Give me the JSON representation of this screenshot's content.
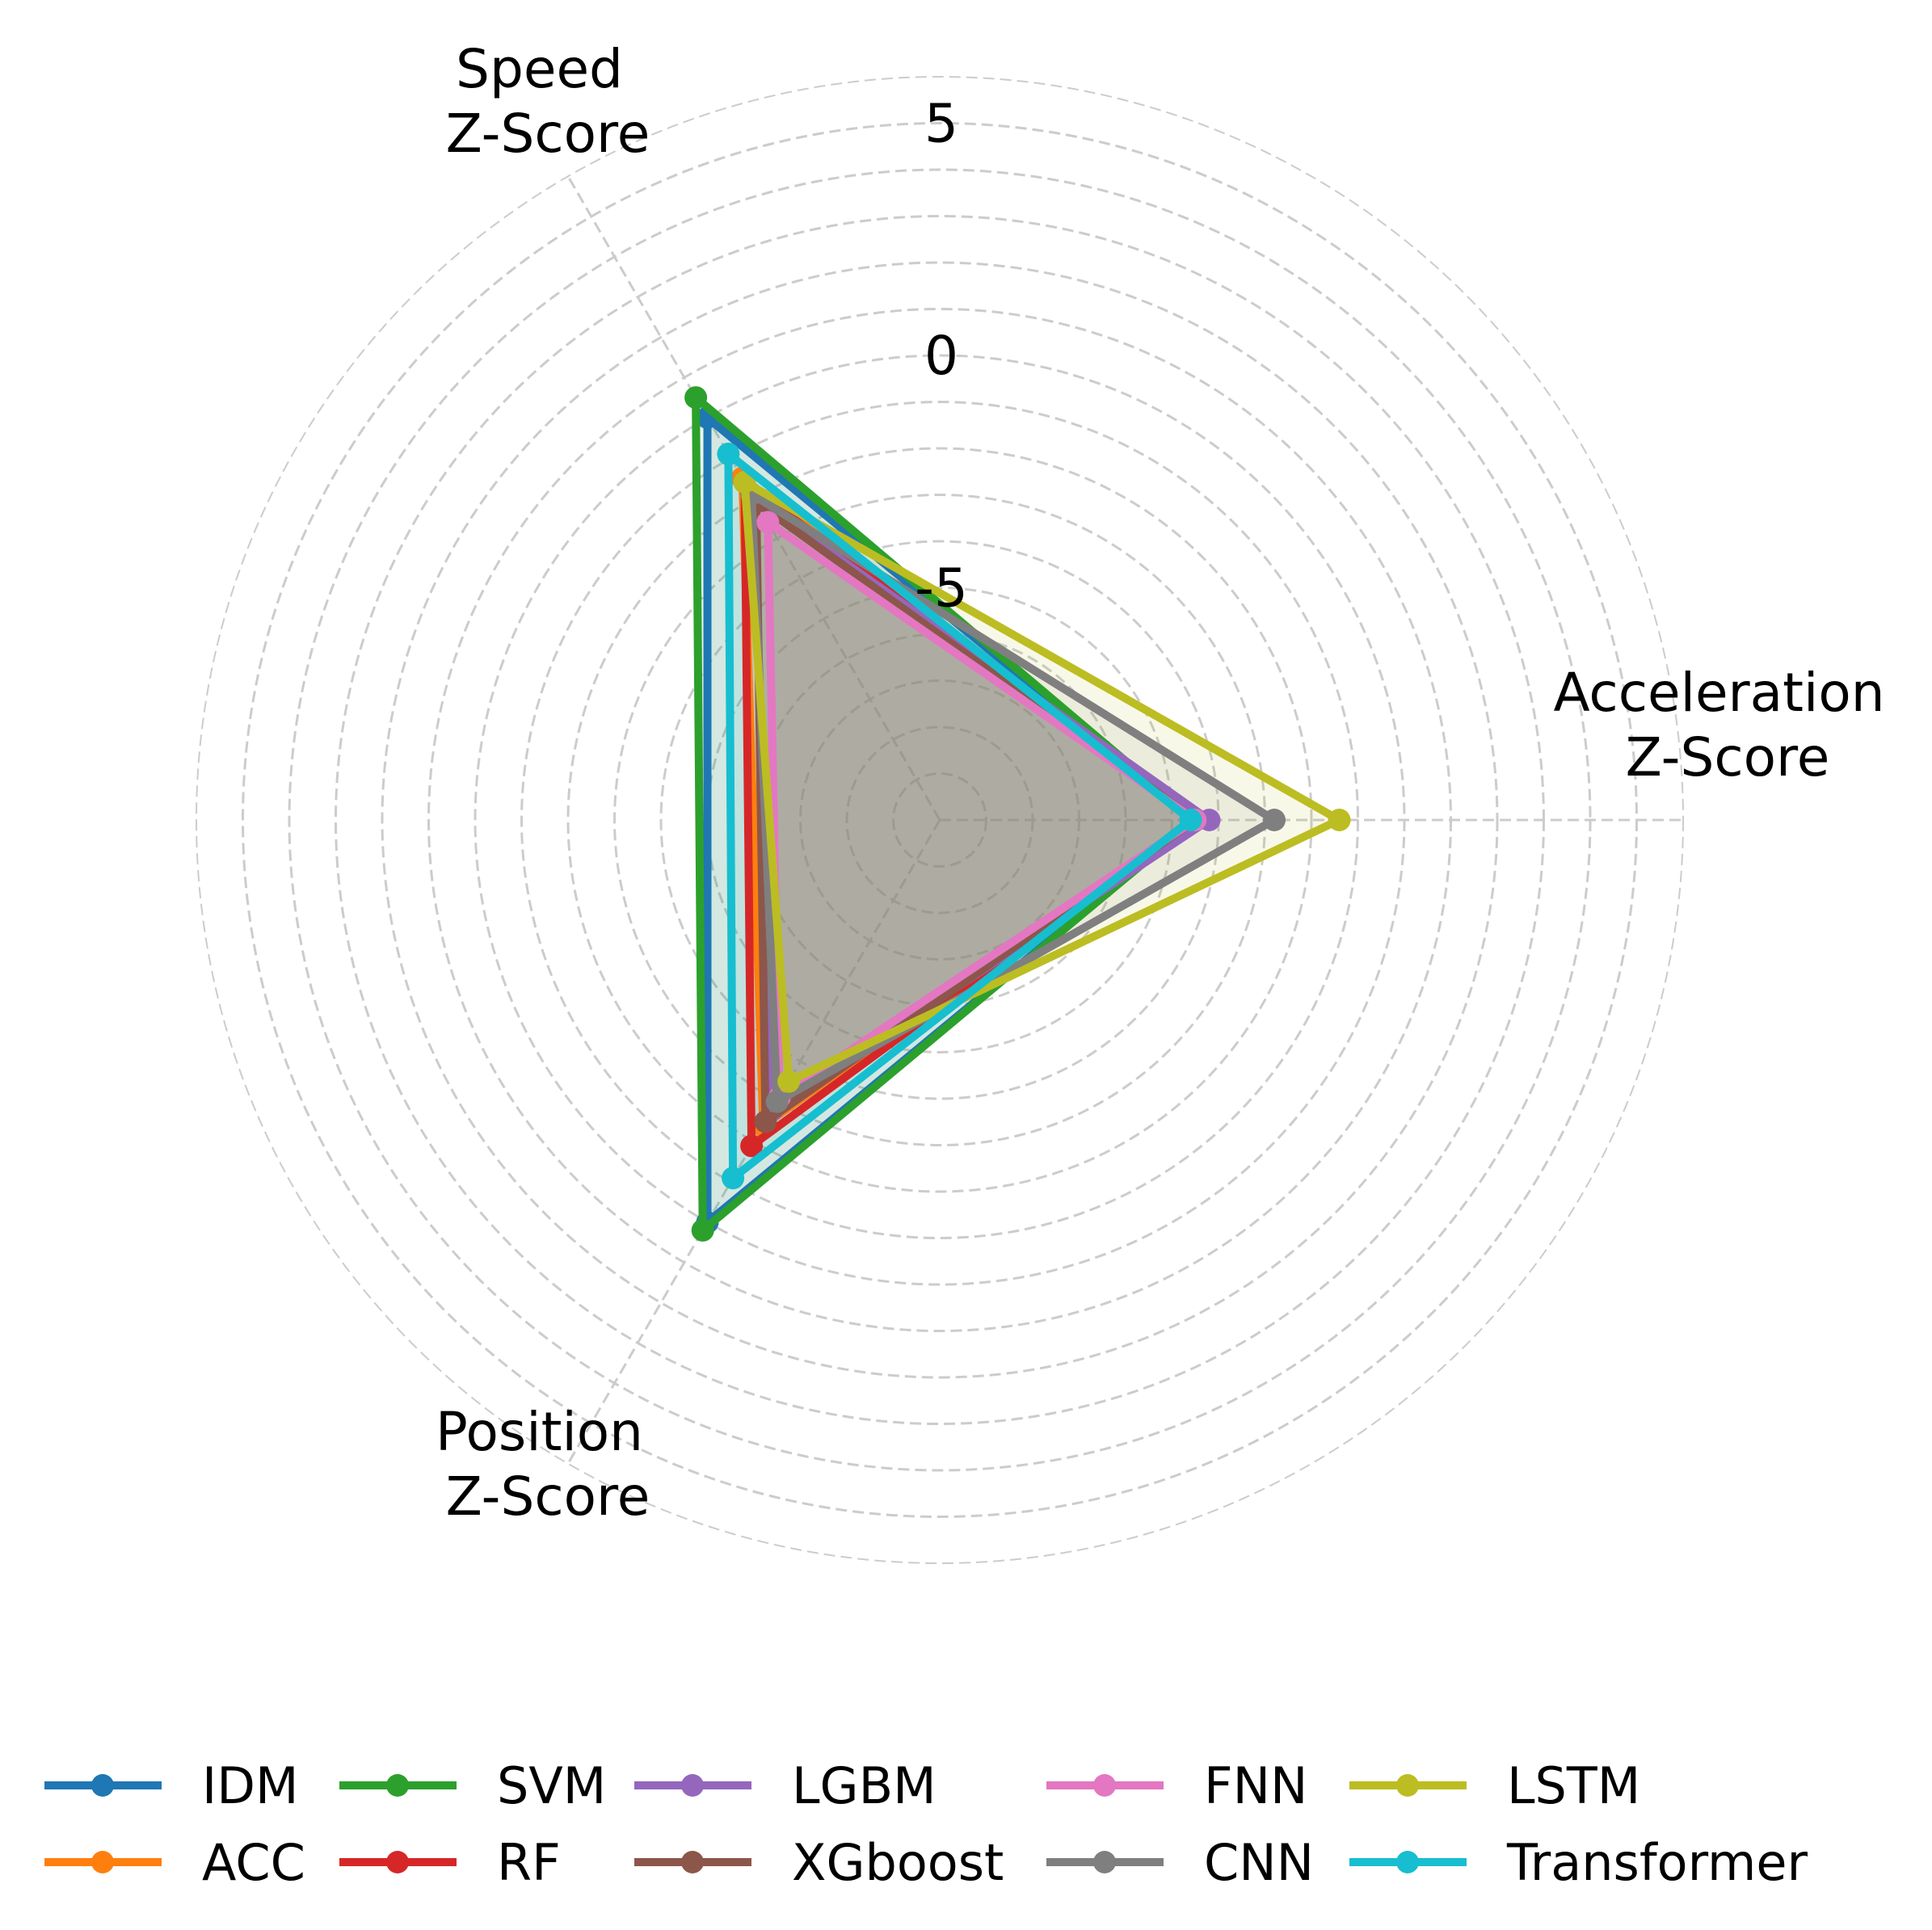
{
  "chart_data": {
    "type": "radar",
    "axes": [
      {
        "name": "Acceleration",
        "label_lines": [
          "Acceleration",
          "Z-Score"
        ]
      },
      {
        "name": "Speed",
        "label_lines": [
          "Speed",
          "Z-Score"
        ]
      },
      {
        "name": "Position",
        "label_lines": [
          "Position",
          "Z-Score"
        ]
      }
    ],
    "radial_ticks": [
      {
        "value": -5,
        "label": "-5"
      },
      {
        "value": 0,
        "label": "0"
      },
      {
        "value": 5,
        "label": "5"
      }
    ],
    "range": [
      -10,
      6
    ],
    "grid": true,
    "legend_position": "bottom",
    "series": [
      {
        "name": "IDM",
        "color": "#1f77b4",
        "values": [
          -4.5,
          0.0,
          0.0
        ]
      },
      {
        "name": "ACC",
        "color": "#ff7f0e",
        "values": [
          -4.5,
          -1.5,
          -2.4
        ]
      },
      {
        "name": "SVM",
        "color": "#2ca02c",
        "values": [
          -4.5,
          0.5,
          0.2
        ]
      },
      {
        "name": "RF",
        "color": "#d62728",
        "values": [
          -4.5,
          -1.6,
          -1.9
        ]
      },
      {
        "name": "LGBM",
        "color": "#9467bd",
        "values": [
          -4.2,
          -2.0,
          -2.8
        ]
      },
      {
        "name": "XGboost",
        "color": "#8c564b",
        "values": [
          -4.5,
          -2.1,
          -2.5
        ]
      },
      {
        "name": "FNN",
        "color": "#e377c2",
        "values": [
          -4.5,
          -2.6,
          -3.1
        ]
      },
      {
        "name": "CNN",
        "color": "#7f7f7f",
        "values": [
          -2.8,
          -1.9,
          -3.0
        ]
      },
      {
        "name": "LSTM",
        "color": "#bcbd22",
        "values": [
          -1.4,
          -1.6,
          -3.5
        ]
      },
      {
        "name": "Transformer",
        "color": "#17becf",
        "values": [
          -4.6,
          -0.9,
          -1.1
        ]
      }
    ]
  }
}
